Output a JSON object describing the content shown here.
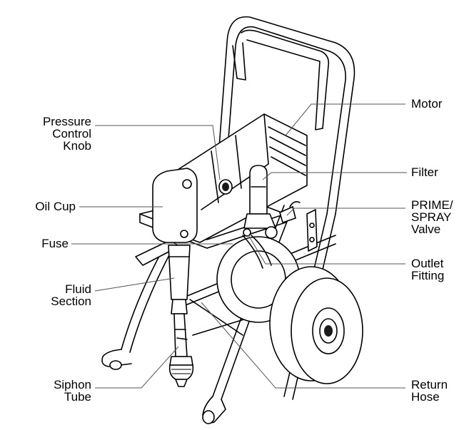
{
  "labels": {
    "motor": [
      "Motor"
    ],
    "pressure_control_knob": [
      "Pressure",
      "Control",
      "Knob"
    ],
    "filter": [
      "Filter"
    ],
    "oil_cup": [
      "Oil Cup"
    ],
    "prime_spray_valve": [
      "PRIME/",
      "SPRAY",
      "Valve"
    ],
    "fuse": [
      "Fuse"
    ],
    "outlet_fitting": [
      "Outlet",
      "Fitting"
    ],
    "fluid_section": [
      "Fluid",
      "Section"
    ],
    "siphon_tube": [
      "Siphon",
      "Tube"
    ],
    "return_hose": [
      "Return",
      "Hose"
    ]
  },
  "colors": {
    "line": "#000000",
    "leader": "#555555",
    "background": "#ffffff"
  }
}
